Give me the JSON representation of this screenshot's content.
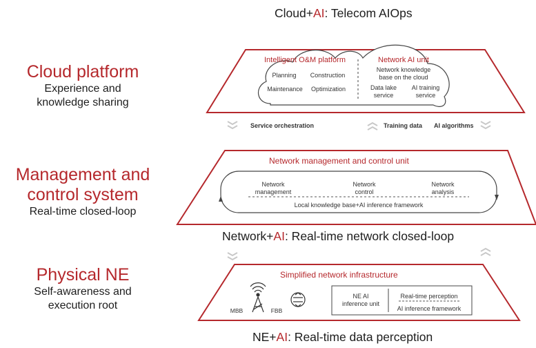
{
  "layers": {
    "cloud": {
      "title": "Cloud platform",
      "subtitle_1": "Experience and",
      "subtitle_2": "knowledge sharing",
      "caption_pre": "Cloud+",
      "caption_ai": "AI",
      "caption_post": ": Telecom AIOps",
      "om_platform": {
        "title": "Intelligent O&M platform",
        "items": [
          "Planning",
          "Construction",
          "Maintenance",
          "Optimization"
        ]
      },
      "ai_unit": {
        "title": "Network AI unit",
        "kb_1": "Network knowledge",
        "kb_2": "base on the cloud",
        "datalake_1": "Data lake",
        "datalake_2": "service",
        "training_1": "AI training",
        "training_2": "service"
      },
      "flows": {
        "orchestration": "Service orchestration",
        "training_data": "Training data",
        "ai_algorithms": "AI algorithms"
      }
    },
    "management": {
      "title_1": "Management and",
      "title_2": "control system",
      "subtitle": "Real-time closed-loop",
      "unit_title": "Network management and control unit",
      "mgmt_1": "Network",
      "mgmt_2": "management",
      "ctrl_1": "Network",
      "ctrl_2": "control",
      "analysis_1": "Network",
      "analysis_2": "analysis",
      "framework": "Local knowledge base+AI inference framework",
      "caption_pre": "Network+",
      "caption_ai": "AI",
      "caption_post": ": Real-time network closed-loop"
    },
    "physical": {
      "title": "Physical NE",
      "subtitle_1": "Self-awareness and",
      "subtitle_2": "execution root",
      "infra_title": "Simplified network infrastructure",
      "mbb": "MBB",
      "fbb": "FBB",
      "ne_ai_1": "NE AI",
      "ne_ai_2": "inference unit",
      "perception": "Real-time perception",
      "framework": "AI inference framework",
      "caption_pre": "NE+",
      "caption_ai": "AI",
      "caption_post": ": Real-time data perception"
    }
  },
  "colors": {
    "accent": "#b5282c",
    "line": "#444444",
    "chevron": "#c8c8c8"
  },
  "icons": {
    "antenna": "antenna-tower-icon",
    "router": "router-icon",
    "chevron": "chevron-icon"
  }
}
